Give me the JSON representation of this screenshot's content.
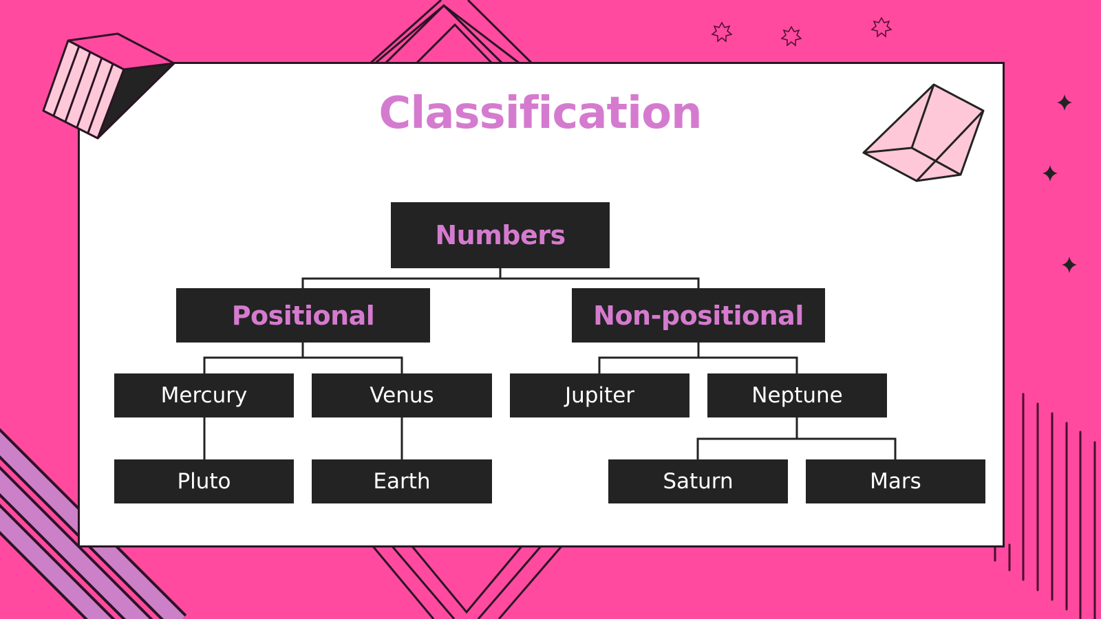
{
  "slide": {
    "title": "Classification",
    "colors": {
      "background": "#ff4aa0",
      "card": "#ffffff",
      "node_fill": "#232323",
      "heading_text": "#d57bcf",
      "leaf_text": "#ffffff",
      "outline": "#2a1424",
      "light_pink": "#ffc8d8",
      "lavender": "#cc80c8"
    }
  },
  "tree": {
    "root": {
      "label": "Numbers"
    },
    "categories": [
      {
        "label": "Positional"
      },
      {
        "label": "Non-positional"
      }
    ],
    "level2": [
      {
        "label": "Mercury",
        "parent": "Positional"
      },
      {
        "label": "Venus",
        "parent": "Positional"
      },
      {
        "label": "Jupiter",
        "parent": "Non-positional"
      },
      {
        "label": "Neptune",
        "parent": "Non-positional"
      }
    ],
    "level3": [
      {
        "label": "Pluto",
        "parent": "Mercury"
      },
      {
        "label": "Earth",
        "parent": "Venus"
      },
      {
        "label": "Saturn",
        "parent": "Neptune"
      },
      {
        "label": "Mars",
        "parent": "Neptune"
      }
    ]
  },
  "decorations": {
    "icons": [
      "striped-cube-icon",
      "pink-prism-icon",
      "outline-star-icon",
      "sparkle-icon",
      "chevron-lines-icon",
      "diagonal-stripes-icon",
      "vertical-lines-icon"
    ]
  }
}
